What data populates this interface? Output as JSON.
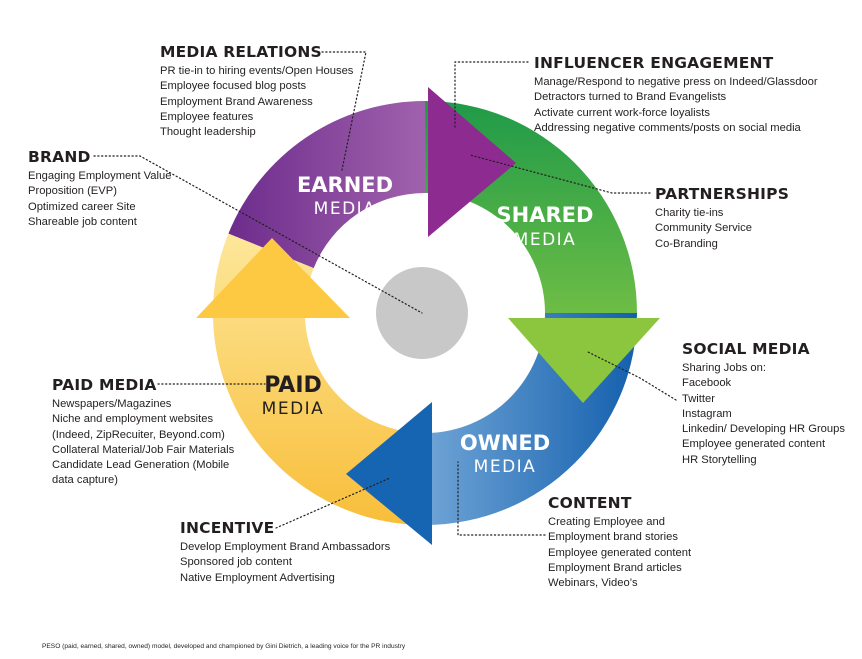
{
  "segments": [
    {
      "id": "earned",
      "title": "EARNED",
      "subtitle": "MEDIA",
      "color": "#7d2a8e"
    },
    {
      "id": "shared",
      "title": "SHARED",
      "subtitle": "MEDIA",
      "color": "#2fa04a"
    },
    {
      "id": "owned",
      "title": "OWNED",
      "subtitle": "MEDIA",
      "color": "#1d64ae"
    },
    {
      "id": "paid",
      "title": "PAID",
      "subtitle": "MEDIA",
      "color": "#f7c343"
    }
  ],
  "arrow_colors": {
    "earned": "#8e2b91",
    "shared": "#8cc63f",
    "owned": "#1565b3",
    "paid": "#fdc942"
  },
  "hub_color": "#c8c8c8",
  "blocks": [
    {
      "id": "media-relations",
      "heading": "MEDIA RELATIONS",
      "items": [
        "PR tie-in to hiring events/Open Houses",
        "Employee focused blog posts",
        "Employment Brand Awareness",
        "Employee features",
        "Thought leadership"
      ]
    },
    {
      "id": "brand",
      "heading": "BRAND",
      "items": [
        "Engaging Employment Value",
        "Proposition (EVP)",
        "Optimized career Site",
        "Shareable job content"
      ]
    },
    {
      "id": "influencer-engagement",
      "heading": "INFLUENCER ENGAGEMENT",
      "items": [
        "Manage/Respond to negative press on Indeed/Glassdoor",
        "Detractors turned to Brand Evangelists",
        "Activate current work-force loyalists",
        "Addressing negative comments/posts on social media"
      ]
    },
    {
      "id": "partnerships",
      "heading": "PARTNERSHIPS",
      "items": [
        "Charity tie-ins",
        "Community Service",
        "Co-Branding"
      ]
    },
    {
      "id": "social-media",
      "heading": "SOCIAL MEDIA",
      "items": [
        "Sharing Jobs on:",
        "Facebook",
        "Twitter",
        "Instagram",
        "Linkedin/ Developing HR Groups",
        "Employee generated content",
        "HR Storytelling"
      ]
    },
    {
      "id": "content",
      "heading": "CONTENT",
      "items": [
        "Creating Employee and",
        "Employment brand stories",
        "Employee generated content",
        "Employment Brand articles",
        "Webinars, Video’s"
      ]
    },
    {
      "id": "paid-media",
      "heading": "PAID MEDIA",
      "items": [
        "Newspapers/Magazines",
        "Niche and employment websites",
        "(Indeed, ZipRecuiter, Beyond.com)",
        "Collateral Material/Job Fair Materials",
        "Candidate Lead Generation (Mobile",
        "data capture)"
      ]
    },
    {
      "id": "incentive",
      "heading": "INCENTIVE",
      "items": [
        "Develop Employment Brand Ambassadors",
        "Sponsored job content",
        "Native Employment Advertising"
      ]
    }
  ],
  "footer": "PESO (paid, earned, shared, owned) model, developed and championed by Gini Dietrich, a leading voice for the PR industry"
}
